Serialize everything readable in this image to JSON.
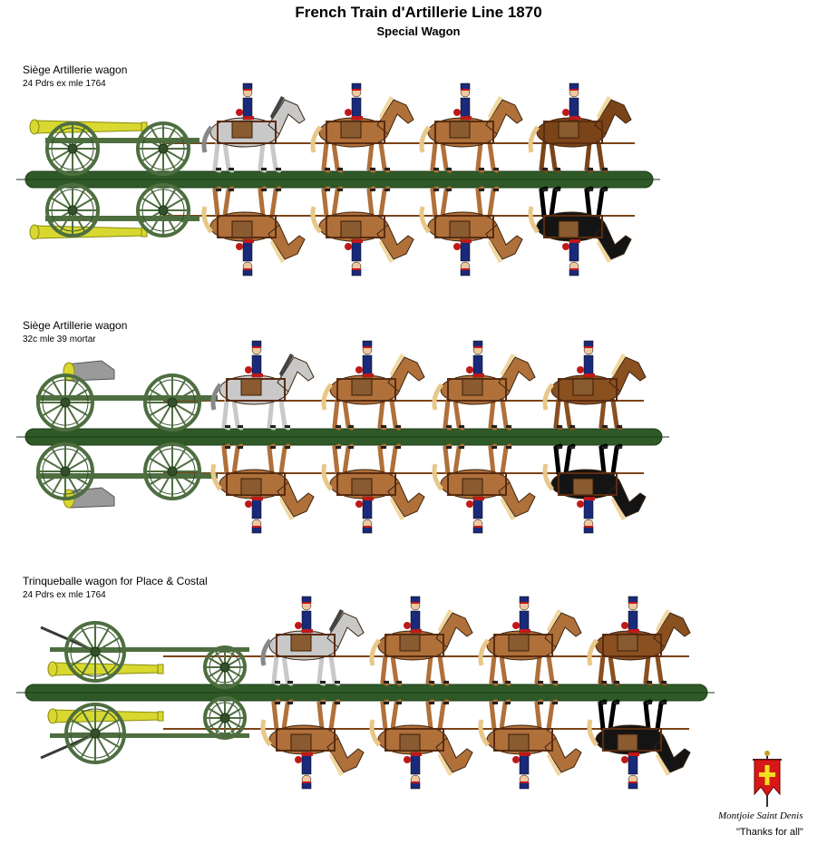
{
  "header": {
    "title": "French Train d'Artillerie Line 1870",
    "subtitle": "Special Wagon"
  },
  "sections": [
    {
      "label": "Siège Artillerie wagon",
      "sublabel": "24 Pdrs ex mle 1764",
      "load": "cannon",
      "horse_colors": [
        "#c8c8c8",
        "#b0703a",
        "#b0703a",
        "#7a4418"
      ],
      "mirror_horse_colors": [
        "#b0703a",
        "#b0703a",
        "#b0703a",
        "#141414"
      ]
    },
    {
      "label": "Siège Artillerie wagon",
      "sublabel": "32c mle 39 mortar",
      "load": "mortar",
      "horse_colors": [
        "#c8c8c8",
        "#b0703a",
        "#b0703a",
        "#8a5020"
      ],
      "mirror_horse_colors": [
        "#b0703a",
        "#b0703a",
        "#b0703a",
        "#141414"
      ]
    },
    {
      "label": "Trinqueballe wagon  for Place & Costal",
      "sublabel": "24 Pdrs ex mle 1764",
      "load": "trinqueballe",
      "horse_colors": [
        "#c8c8c8",
        "#b0703a",
        "#b0703a",
        "#8a5020"
      ],
      "mirror_horse_colors": [
        "#b0703a",
        "#b0703a",
        "#b0703a",
        "#141414"
      ]
    }
  ],
  "colors": {
    "wood_green": "#4e6e40",
    "ground_green": "#2f5a28",
    "brass": "#d8d830",
    "mortar_grey": "#9a9a9a",
    "uniform_blue": "#1a2a7a",
    "uniform_red": "#c01818",
    "banner_red": "#d81818",
    "banner_cross": "#f0e020"
  },
  "footer": {
    "credit": "Montjoie Saint Denis",
    "thanks": "\"Thanks for all\""
  }
}
